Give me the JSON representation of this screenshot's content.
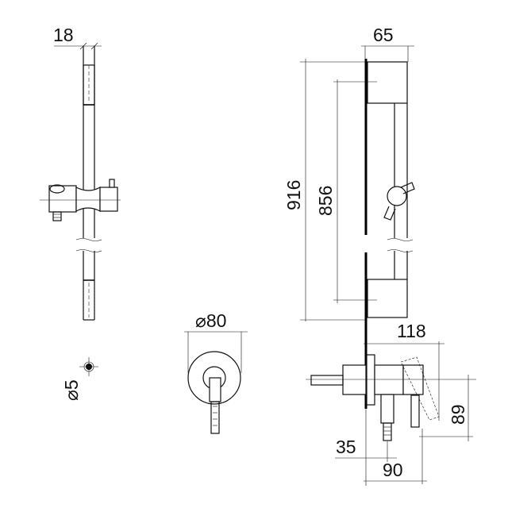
{
  "title": "Shower rail set technical drawing",
  "dimensions": {
    "rail_width": "18",
    "rail_depth": "65",
    "rail_total_length": "916",
    "rail_bracket_spacing": "856",
    "flange_diameter": "⌀80",
    "hole_diameter": "⌀5",
    "valve_projection": "118",
    "valve_height": "89",
    "outlet_offset": "35",
    "valve_depth": "90"
  }
}
